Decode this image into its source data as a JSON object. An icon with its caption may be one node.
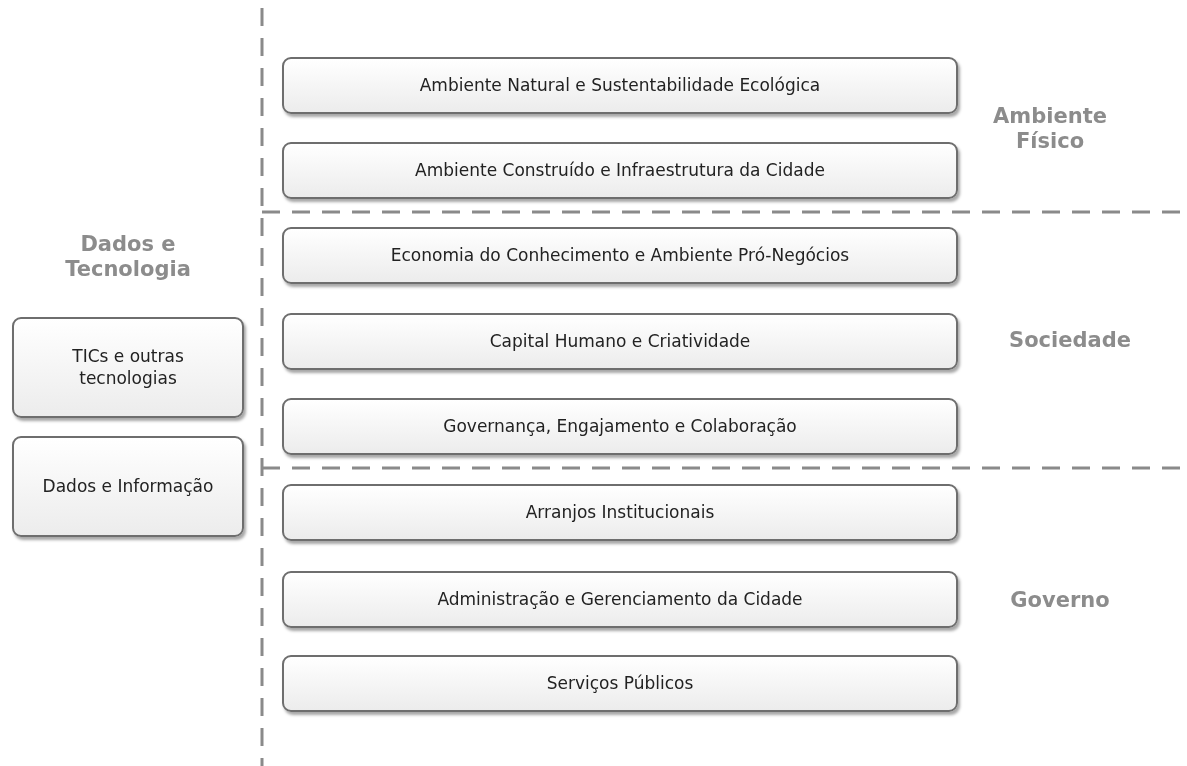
{
  "diagram": {
    "nodes": [
      {
        "text": [
          "Ambiente Natural e Sustentabilidade Ecológica"
        ]
      },
      {
        "text": [
          "Ambiente Construído e Infraestrutura da Cidade"
        ]
      },
      {
        "text": [
          "Economia do Conhecimento e Ambiente Pró-Negócios"
        ]
      },
      {
        "text": [
          "Capital Humano e Criatividade"
        ]
      },
      {
        "text": [
          "Governança, Engajamento e Colaboração"
        ]
      },
      {
        "text": [
          "Arranjos Institucionais"
        ]
      },
      {
        "text": [
          "Administração e Gerenciamento da Cidade"
        ]
      },
      {
        "text": [
          "Serviços Públicos"
        ]
      },
      {
        "text": [
          "TICs e outras tecnologias"
        ]
      },
      {
        "text": [
          "Dados e Informação"
        ]
      }
    ],
    "labels": [
      "Dados e Tecnologia",
      "Ambiente Físico",
      "Sociedade",
      "Governo"
    ]
  }
}
